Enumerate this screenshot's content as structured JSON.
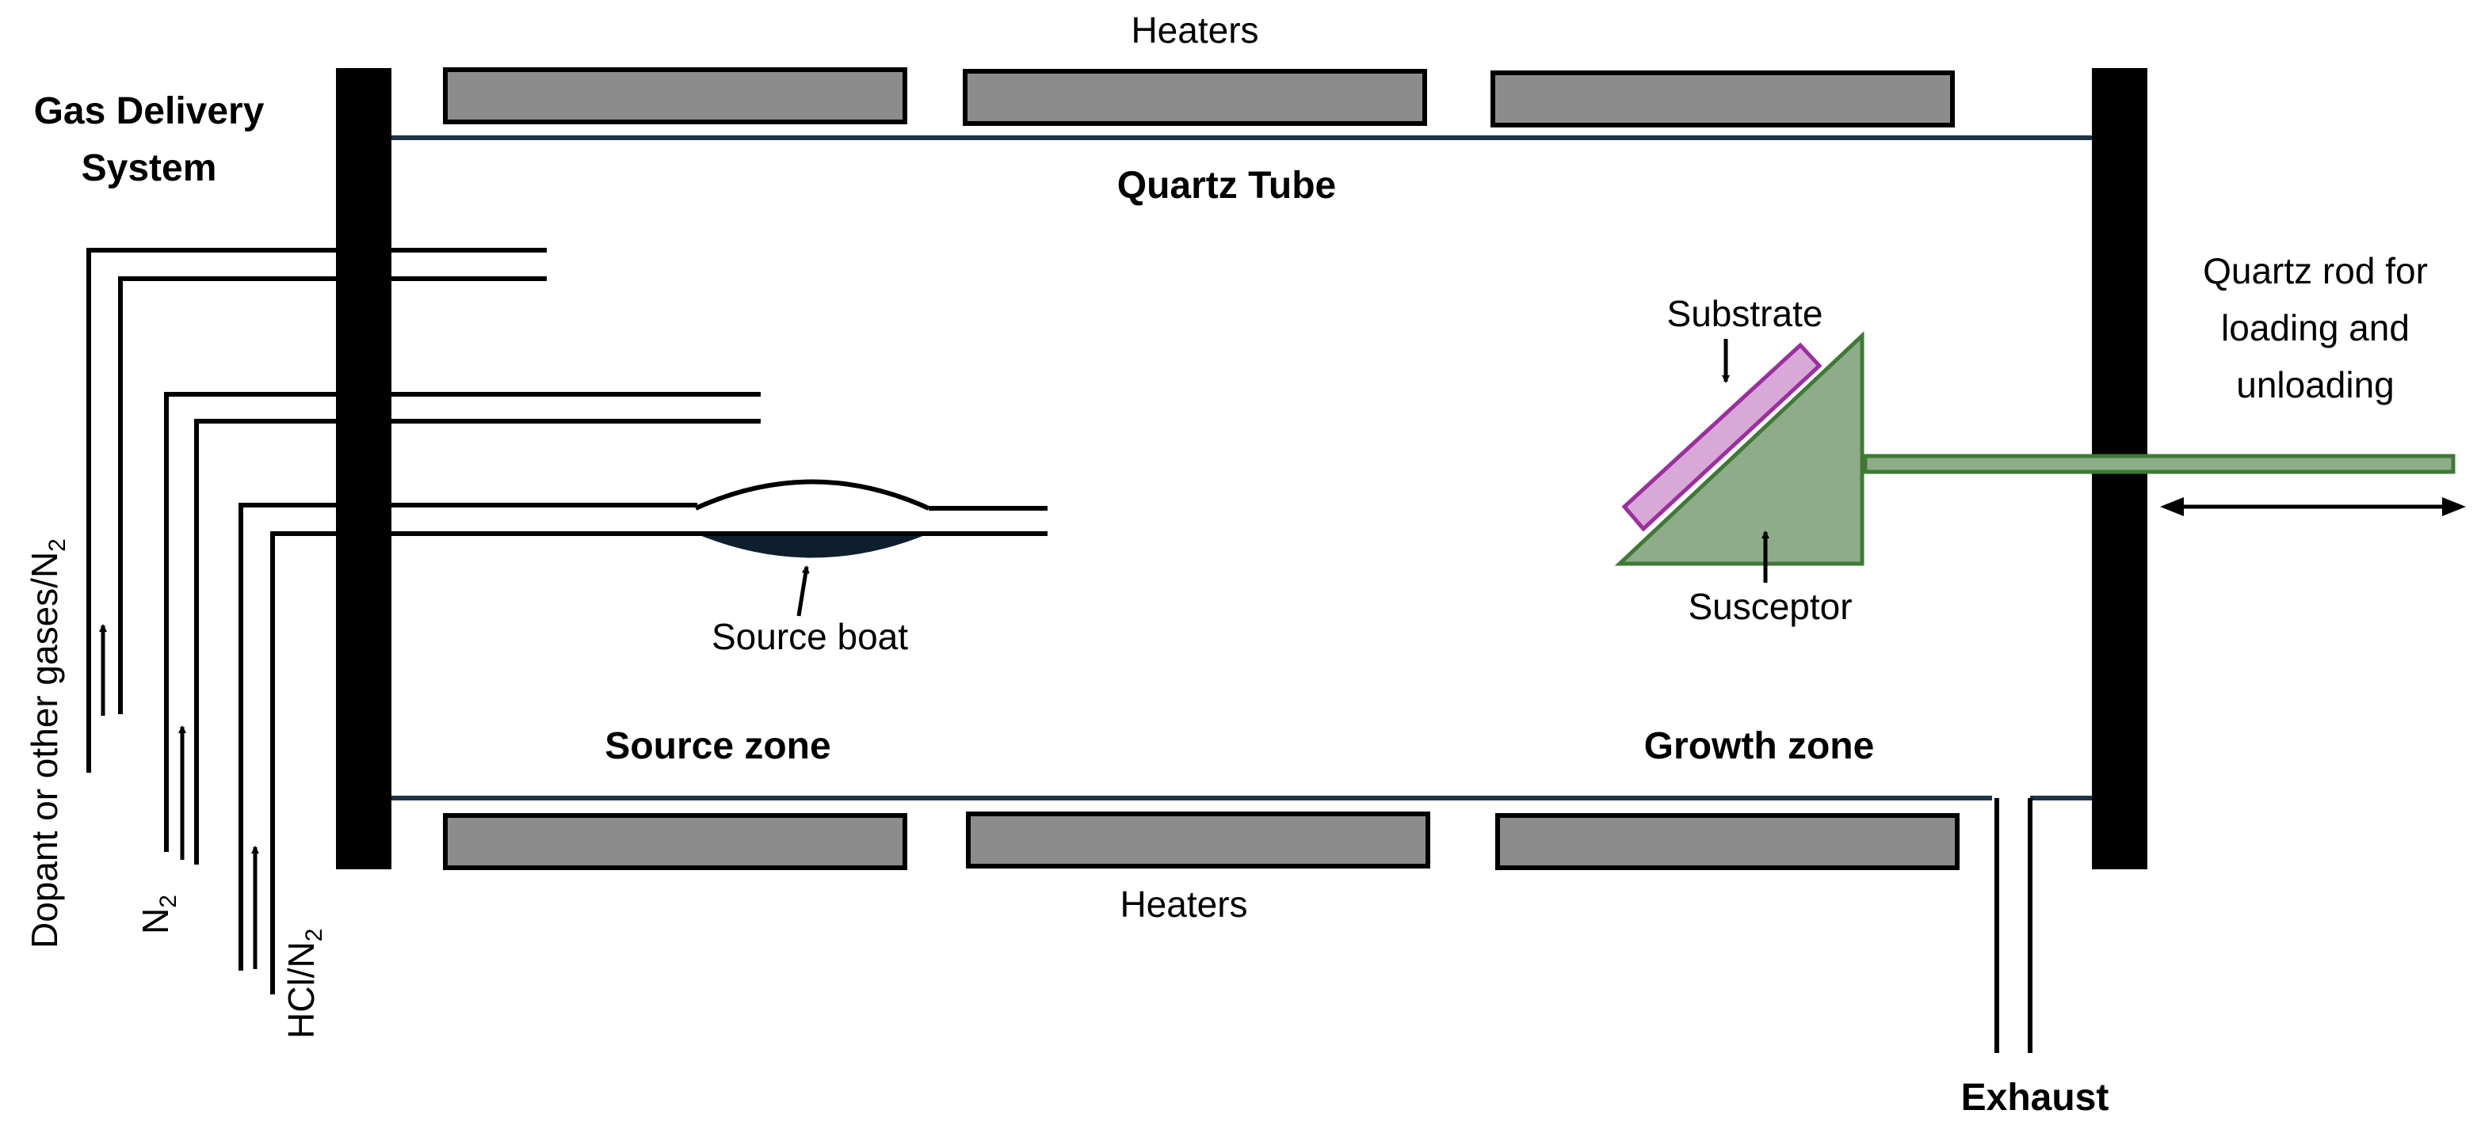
{
  "colors": {
    "heater": "#8c8c8c",
    "tube": "#1c3446",
    "susceptor_fill": "#8fac8a",
    "susceptor_stroke": "#3f7a35",
    "substrate_fill": "#d8a9d6",
    "substrate_stroke": "#9b2f9f",
    "flange": "#000000",
    "boat": "#0e1e2d"
  },
  "labels": {
    "heaters_top": "Heaters",
    "heaters_bottom": "Heaters",
    "quartz_tube": "Quartz Tube",
    "gas_delivery_line1": "Gas Delivery",
    "gas_delivery_line2": "System",
    "substrate": "Substrate",
    "susceptor": "Susceptor",
    "quartz_rod_line1": "Quartz rod for",
    "quartz_rod_line2": "loading and",
    "quartz_rod_line3": "unloading",
    "source_boat": "Source boat",
    "source_zone": "Source zone",
    "growth_zone": "Growth zone",
    "exhaust": "Exhaust"
  },
  "inlets": {
    "dopant": {
      "text": "Dopant or other gases/N",
      "sub": "2"
    },
    "n2": {
      "text": "N",
      "sub": "2"
    },
    "hcl": {
      "text": "HCl/N",
      "sub": "2"
    }
  },
  "icons": [
    "arrow-up-icon",
    "arrow-down-icon",
    "double-arrow-icon"
  ]
}
